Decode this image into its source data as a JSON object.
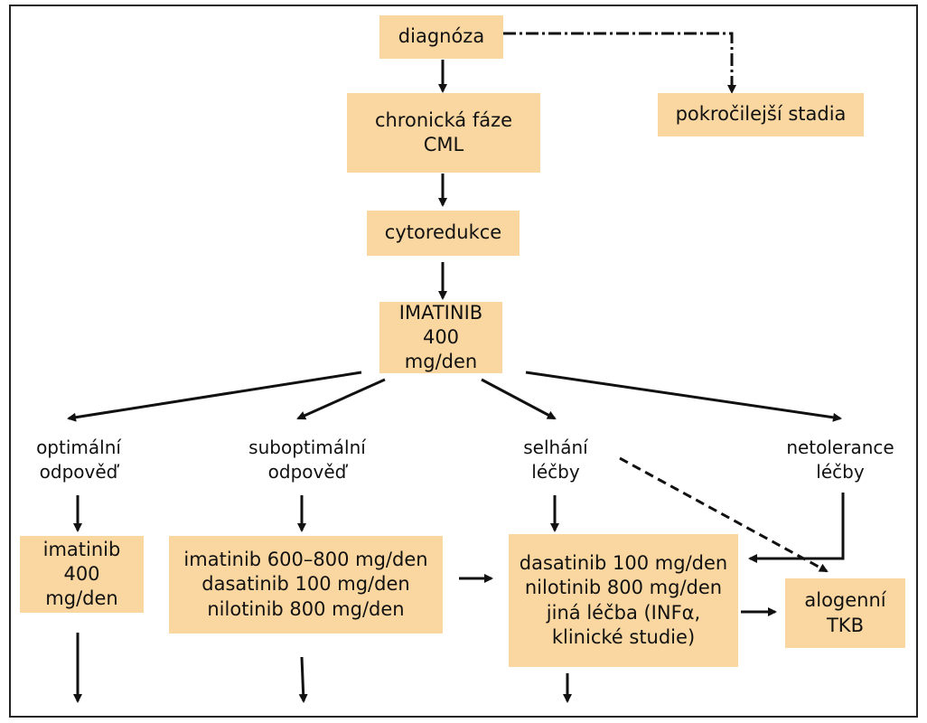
{
  "nodes": {
    "diagnoza": "diagnóza",
    "pokrocilejsi": "pokročilejší stadia",
    "chronicka": "chronická fáze\nCML",
    "cytoredukce": "cytoredukce",
    "imatinib_main": "IMATINIB\n400 mg/den",
    "imatinib_400": "imatinib\n400 mg/den",
    "suboptimal_treatment": "imatinib 600–800 mg/den\ndasatinib 100 mg/den\nnilotinib 800 mg/den",
    "failure_treatment": "dasatinib 100 mg/den\nnilotinib 800 mg/den\njiná léčba (INFα,\nklinické studie)",
    "alogenni": "alogenní\nTKB"
  },
  "labels": {
    "optimal": "optimální\nodpověď",
    "suboptimal": "suboptimální\nodpověď",
    "failure": "selhání\nléčby",
    "intolerance": "netolerance\nléčby"
  },
  "colors": {
    "box_fill": "#fad7a0",
    "line": "#111111"
  }
}
